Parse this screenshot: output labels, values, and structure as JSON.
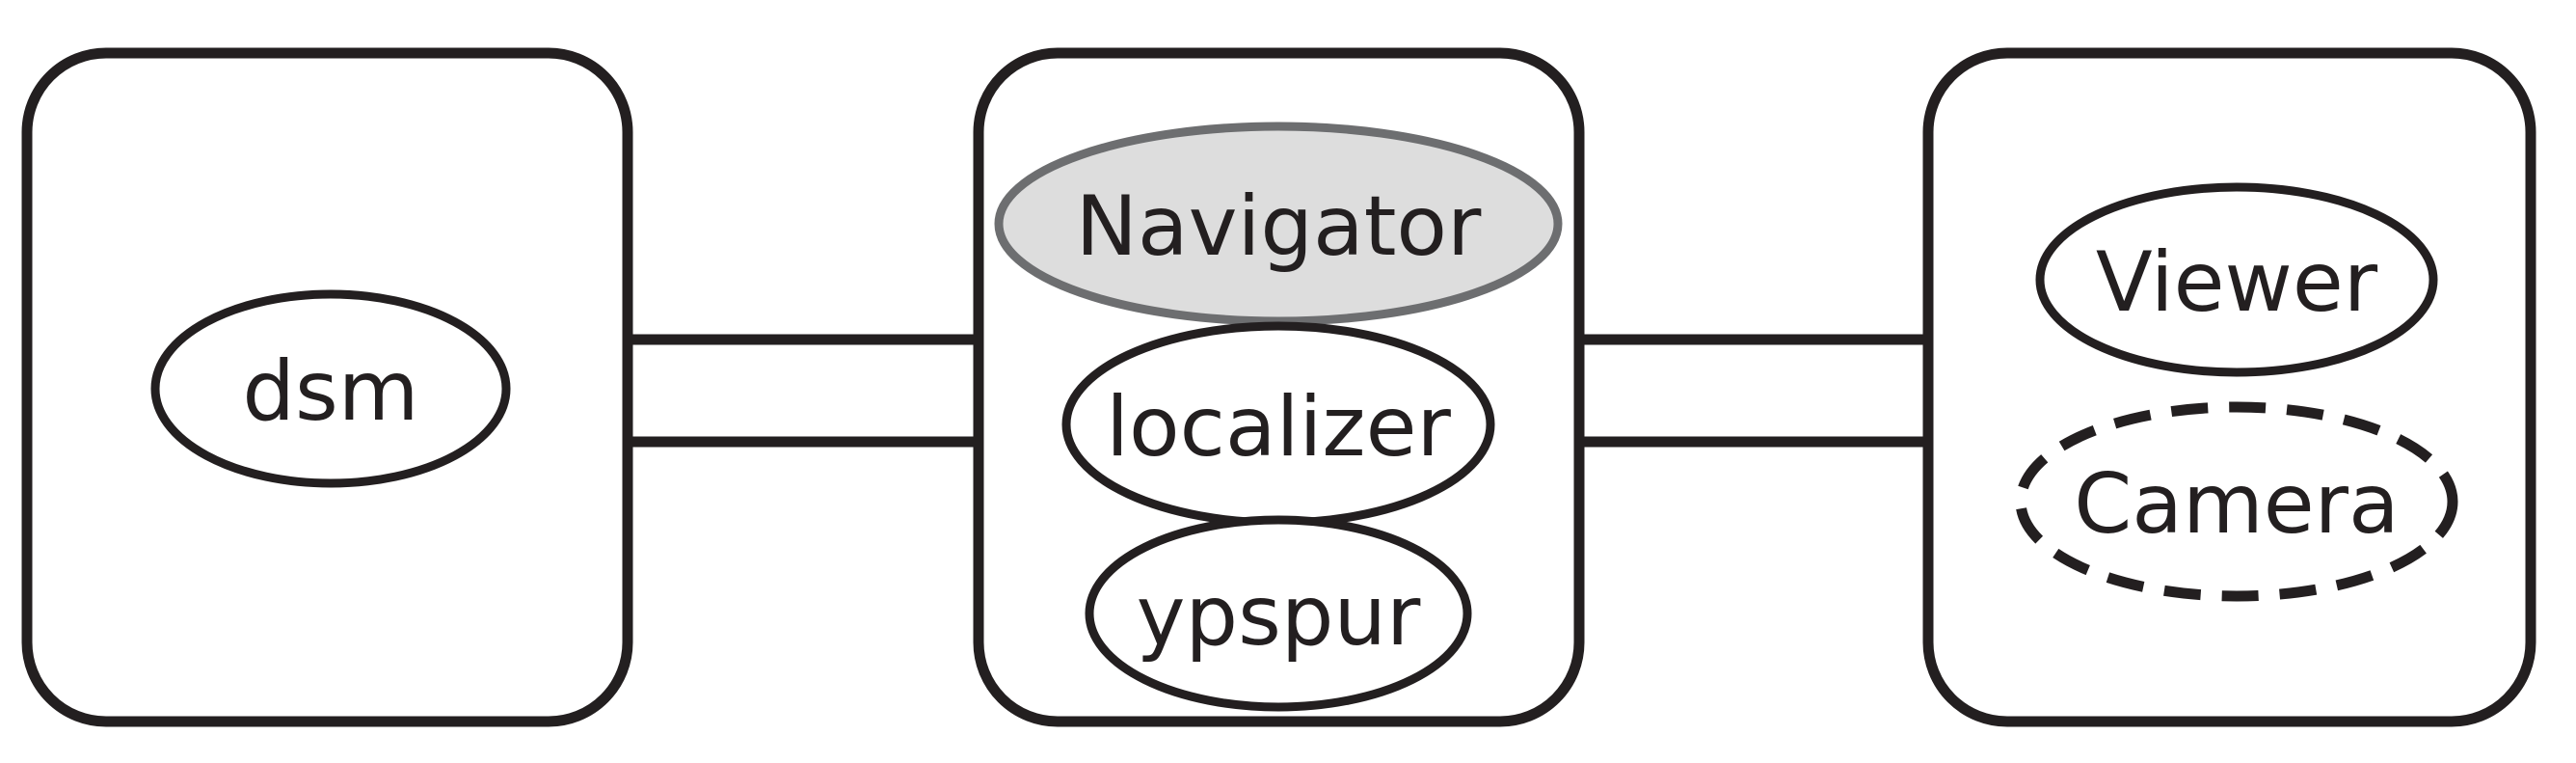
{
  "diagram": {
    "type": "system-module-diagram",
    "background_color": "#ffffff",
    "stroke_color": "#231f20",
    "highlight_fill_color": "#dddddd",
    "highlight_stroke_color": "#6d6e70",
    "modules": [
      {
        "id": "left-module",
        "label": "",
        "nodes": [
          {
            "id": "dsm",
            "label": "dsm",
            "style": "solid"
          }
        ]
      },
      {
        "id": "middle-module",
        "label": "",
        "nodes": [
          {
            "id": "navigator",
            "label": "Navigator",
            "style": "highlight"
          },
          {
            "id": "localizer",
            "label": "localizer",
            "style": "solid"
          },
          {
            "id": "ypspur",
            "label": "ypspur",
            "style": "solid"
          }
        ]
      },
      {
        "id": "right-module",
        "label": "",
        "nodes": [
          {
            "id": "viewer",
            "label": "Viewer",
            "style": "solid"
          },
          {
            "id": "camera",
            "label": "Camera",
            "style": "dashed"
          }
        ]
      }
    ],
    "connectors": [
      {
        "id": "left-middle-upper",
        "from": "left-module",
        "to": "middle-module"
      },
      {
        "id": "left-middle-lower",
        "from": "left-module",
        "to": "middle-module"
      },
      {
        "id": "middle-right-upper",
        "from": "middle-module",
        "to": "right-module"
      },
      {
        "id": "middle-right-lower",
        "from": "middle-module",
        "to": "right-module"
      }
    ]
  },
  "labels": {
    "dsm": "dsm",
    "navigator": "Navigator",
    "localizer": "localizer",
    "ypspur": "ypspur",
    "viewer": "Viewer",
    "camera": "Camera"
  }
}
